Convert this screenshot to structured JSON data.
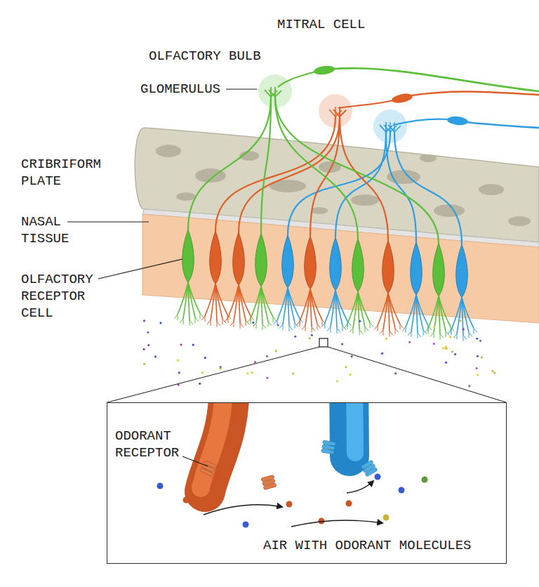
{
  "diagram": {
    "nodes": [
      {
        "text": [
          "OLFACTORY BULB"
        ]
      },
      {
        "text": [
          "ODORANT RECEPTOR",
          "AIR WITH ODORANT MOLECULES"
        ]
      }
    ],
    "labels": [
      "MITRAL CELL",
      "GLOMERULUS",
      "CRIBRIFORM PLATE",
      "NASAL TISSUE",
      "OLFACTORY RECEPTOR CELL"
    ]
  }
}
